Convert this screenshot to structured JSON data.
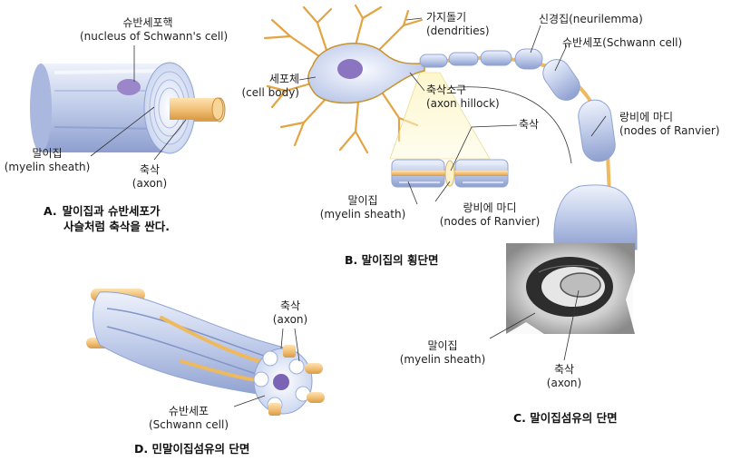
{
  "panel_a": {
    "caption_letter": "A.",
    "caption_line1": "말이집과 슈반세포가",
    "caption_line2": "사슬처럼 축삭을 싼다.",
    "labels": {
      "nucleus_ko": "슈반세포핵",
      "nucleus_en": "(nucleus of Schwann's cell)",
      "myelin_ko": "말이집",
      "myelin_en": "(myelin sheath)",
      "axon_ko": "축삭",
      "axon_en": "(axon)"
    }
  },
  "panel_b": {
    "caption": "B. 말이집의 횡단면",
    "labels": {
      "dendrites_ko": "가지돌기",
      "dendrites_en": "(dendrities)",
      "cell_body_ko": "세포체",
      "cell_body_en": "(cell body)",
      "neurilemma": "신경집(neurilemma)",
      "schwann_cell": "슈반세포(Schwann cell)",
      "axon_hillock_ko": "축삭소구",
      "axon_hillock_en": "(axon hillock)",
      "axon_ko": "축삭",
      "ranvier_ko": "랑비에 마디",
      "ranvier_en": "(nodes of Ranvier)",
      "myelin_ko": "말이집",
      "myelin_en": "(myelin sheath)",
      "ranvier2_ko": "랑비에 마디",
      "ranvier2_en": "(nodes of Ranvier)"
    }
  },
  "panel_c": {
    "caption": "C. 말이집섬유의 단면",
    "labels": {
      "myelin_ko": "말이집",
      "myelin_en": "(myelin sheath)",
      "axon_ko": "축삭",
      "axon_en": "(axon)"
    }
  },
  "panel_d": {
    "caption": "D. 민말이집섬유의 단면",
    "labels": {
      "axon_ko": "축삭",
      "axon_en": "(axon)",
      "schwann_ko": "슈반세포",
      "schwann_en": "(Schwann cell)"
    }
  },
  "colors": {
    "sheath_light": "#dde6f7",
    "sheath_mid": "#b4c3e6",
    "sheath_dark": "#8fa3d4",
    "axon": "#f2c27a",
    "nucleus": "#9a86c8",
    "highlight": "#fbf2b5"
  }
}
